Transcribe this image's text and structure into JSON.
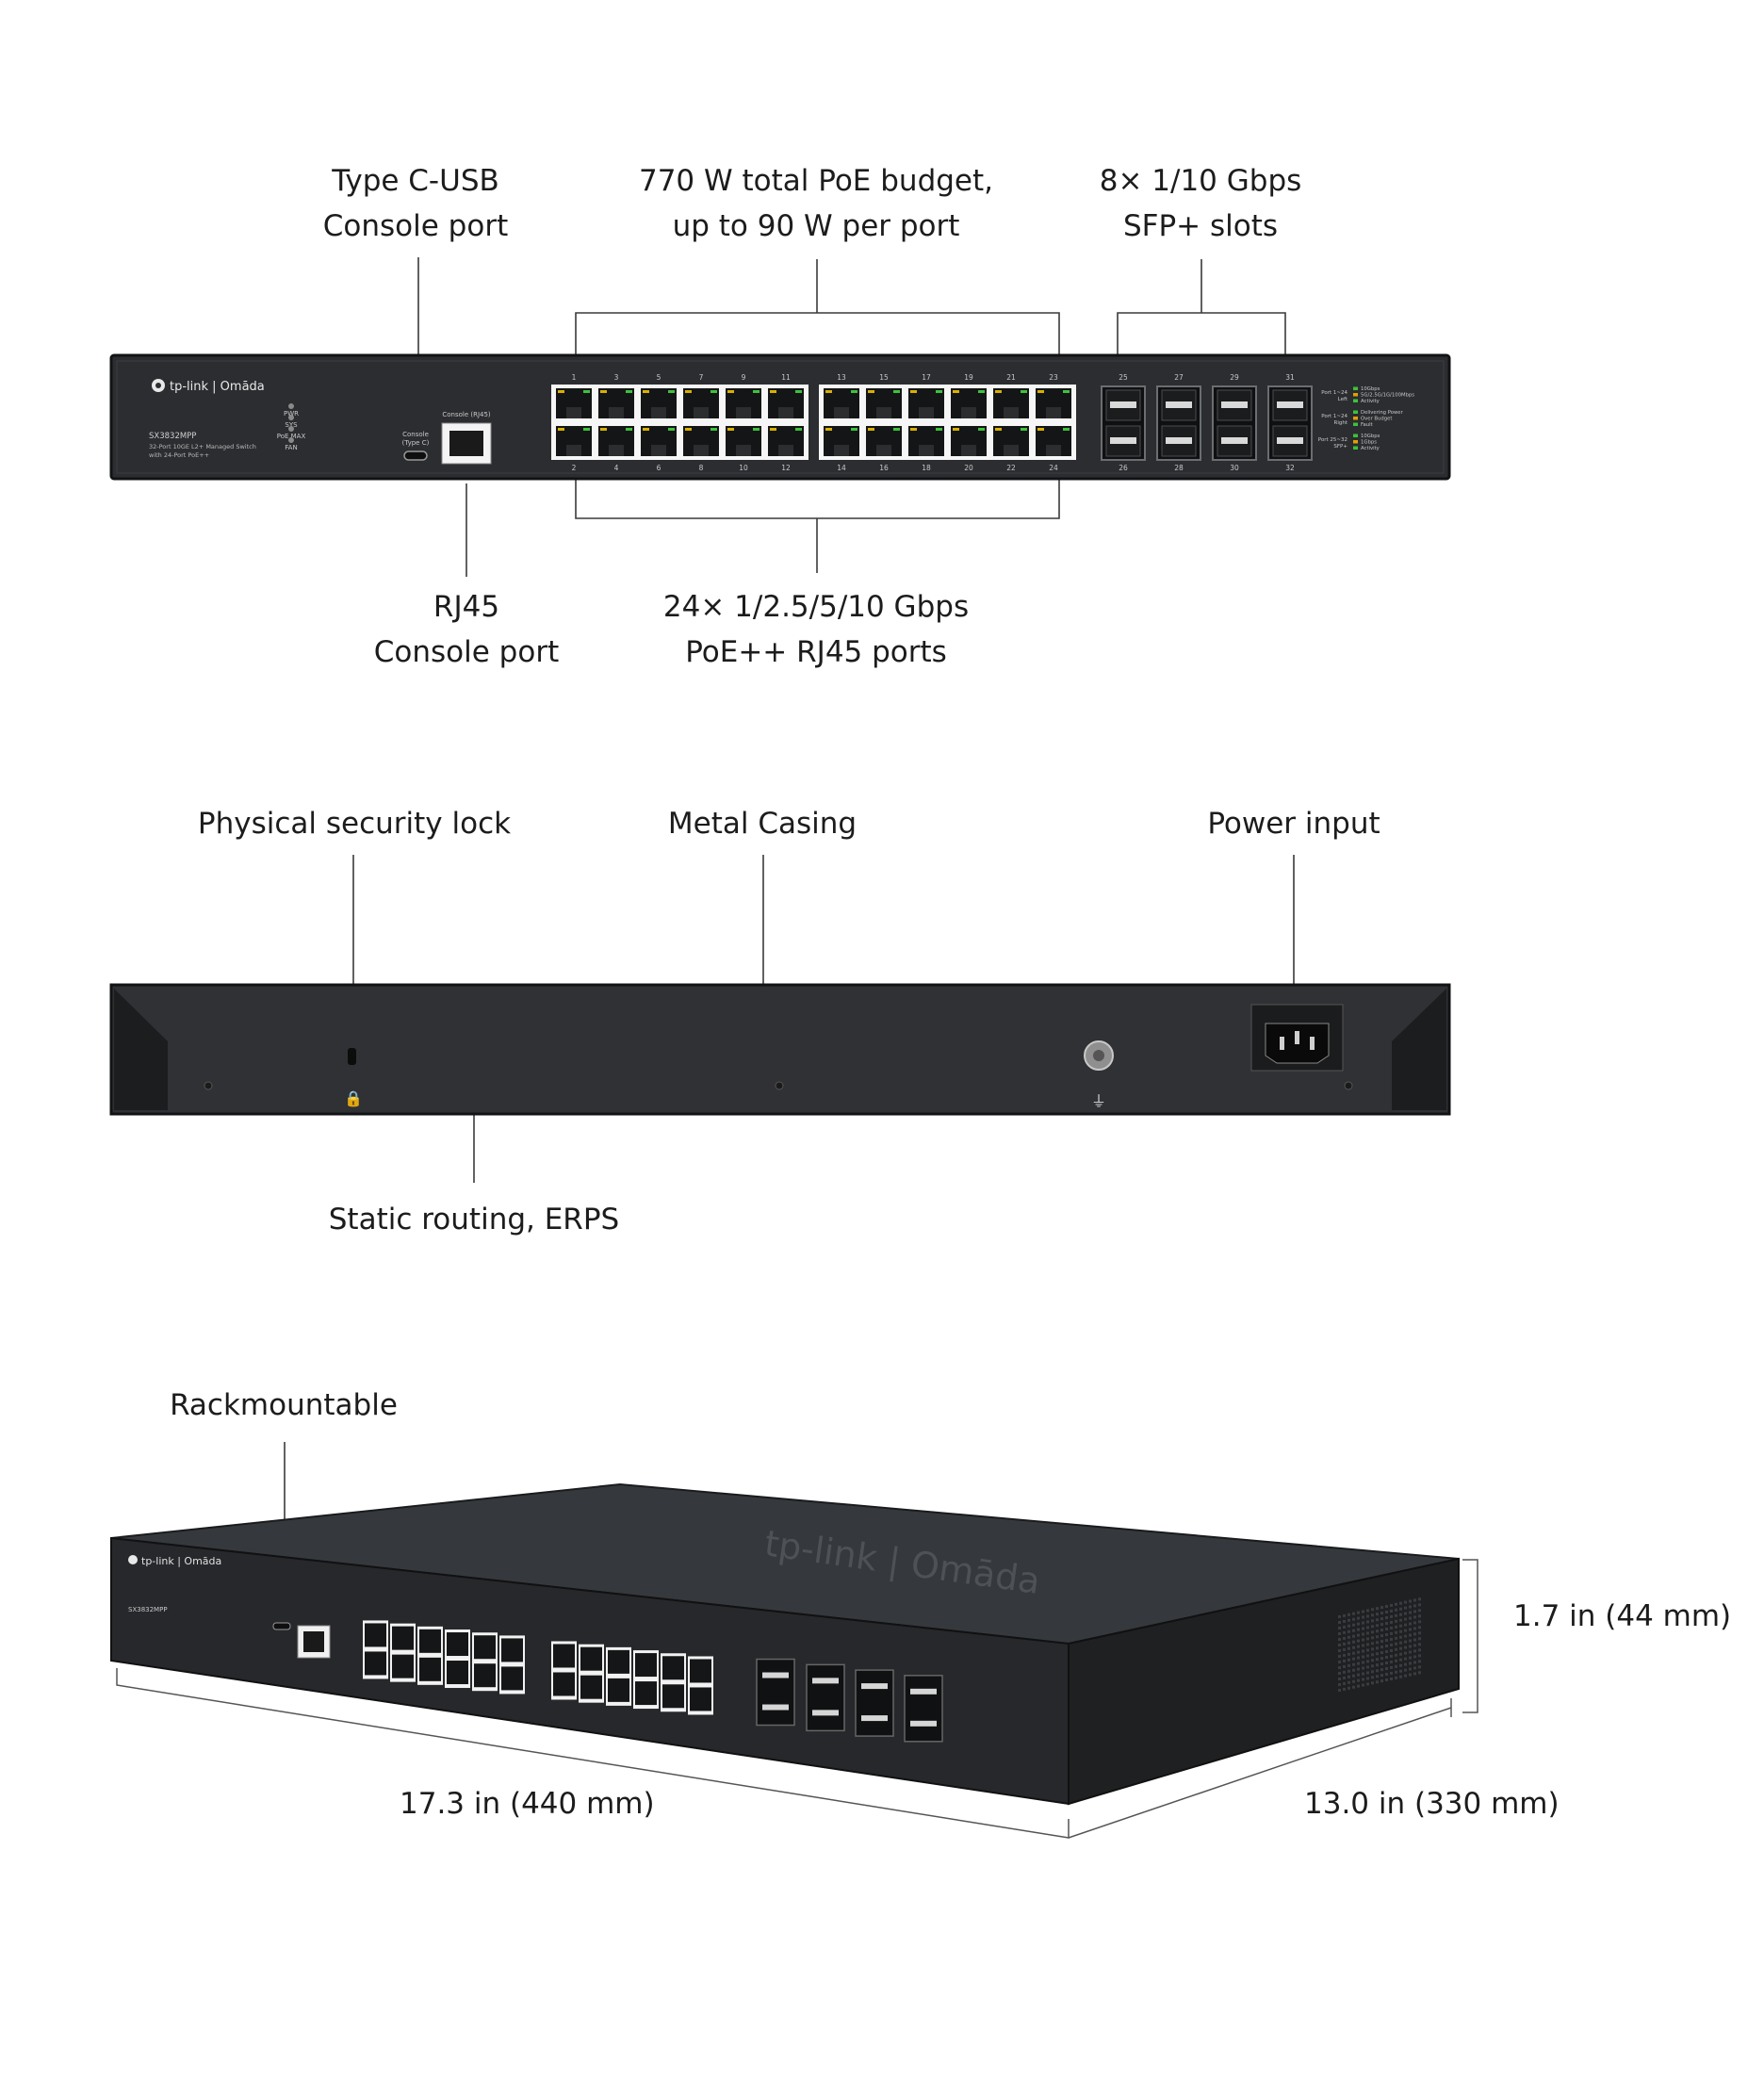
{
  "front_panel": {
    "callouts": {
      "usb_console": [
        "Type C-USB",
        "Console port"
      ],
      "poe_budget": [
        "770 W total PoE budget,",
        "up to 90 W per port"
      ],
      "sfp_slots": [
        "8×  1/10 Gbps",
        "SFP+ slots"
      ],
      "rj45_console": [
        "RJ45",
        "Console port"
      ],
      "rj45_ports": [
        "24×  1/2.5/5/10 Gbps",
        "PoE++ RJ45 ports"
      ]
    },
    "brand": "tp-link | Omāda",
    "model": "SX3832MPP",
    "description": [
      "32-Port 10GE L2+ Managed Switch",
      "with 24-Port PoE++"
    ],
    "leds": [
      "PWR",
      "SYS",
      "PoE MAX",
      "FAN"
    ],
    "console_usb_label": [
      "Console",
      "(Type C)"
    ],
    "console_rj45_label": "Console (RJ45)",
    "top_port_numbers": [
      "1",
      "3",
      "5",
      "7",
      "9",
      "11",
      "13",
      "15",
      "17",
      "19",
      "21",
      "23"
    ],
    "bottom_port_numbers": [
      "2",
      "4",
      "6",
      "8",
      "10",
      "12",
      "14",
      "16",
      "18",
      "20",
      "22",
      "24"
    ],
    "sfp_top_numbers": [
      "25",
      "27",
      "29",
      "31"
    ],
    "sfp_bottom_numbers": [
      "26",
      "28",
      "30",
      "32"
    ],
    "legend": [
      {
        "label": [
          "Port 1~24",
          "Left"
        ],
        "items": [
          "10Gbps",
          "5G/2.5G/1G/100Mbps",
          "Activity"
        ]
      },
      {
        "label": [
          "Port 1~24",
          "Right"
        ],
        "items": [
          "Delivering Power",
          "Over Budget",
          "Fault"
        ]
      },
      {
        "label": [
          "Port 25~32",
          "SFP+"
        ],
        "items": [
          "10Gbps",
          "1Gbps",
          "Activity"
        ]
      }
    ]
  },
  "rear_panel": {
    "callouts": {
      "security_lock": "Physical security lock",
      "metal_casing": "Metal Casing",
      "power_input": "Power input",
      "static_routing": "Static routing, ERPS"
    }
  },
  "perspective": {
    "callouts": {
      "rackmount": "Rackmountable"
    },
    "dimensions": {
      "height": "1.7 in (44 mm)",
      "width": "17.3  in (440  mm)",
      "depth": "13.0  in (330 mm)"
    }
  },
  "colors": {
    "chassis": "#2b2d30",
    "chassis_edge": "#151617",
    "port_fill": "#ffffff",
    "line": "#3a3a3a",
    "led_green": "#3cc23c",
    "led_amber": "#e0a000"
  }
}
